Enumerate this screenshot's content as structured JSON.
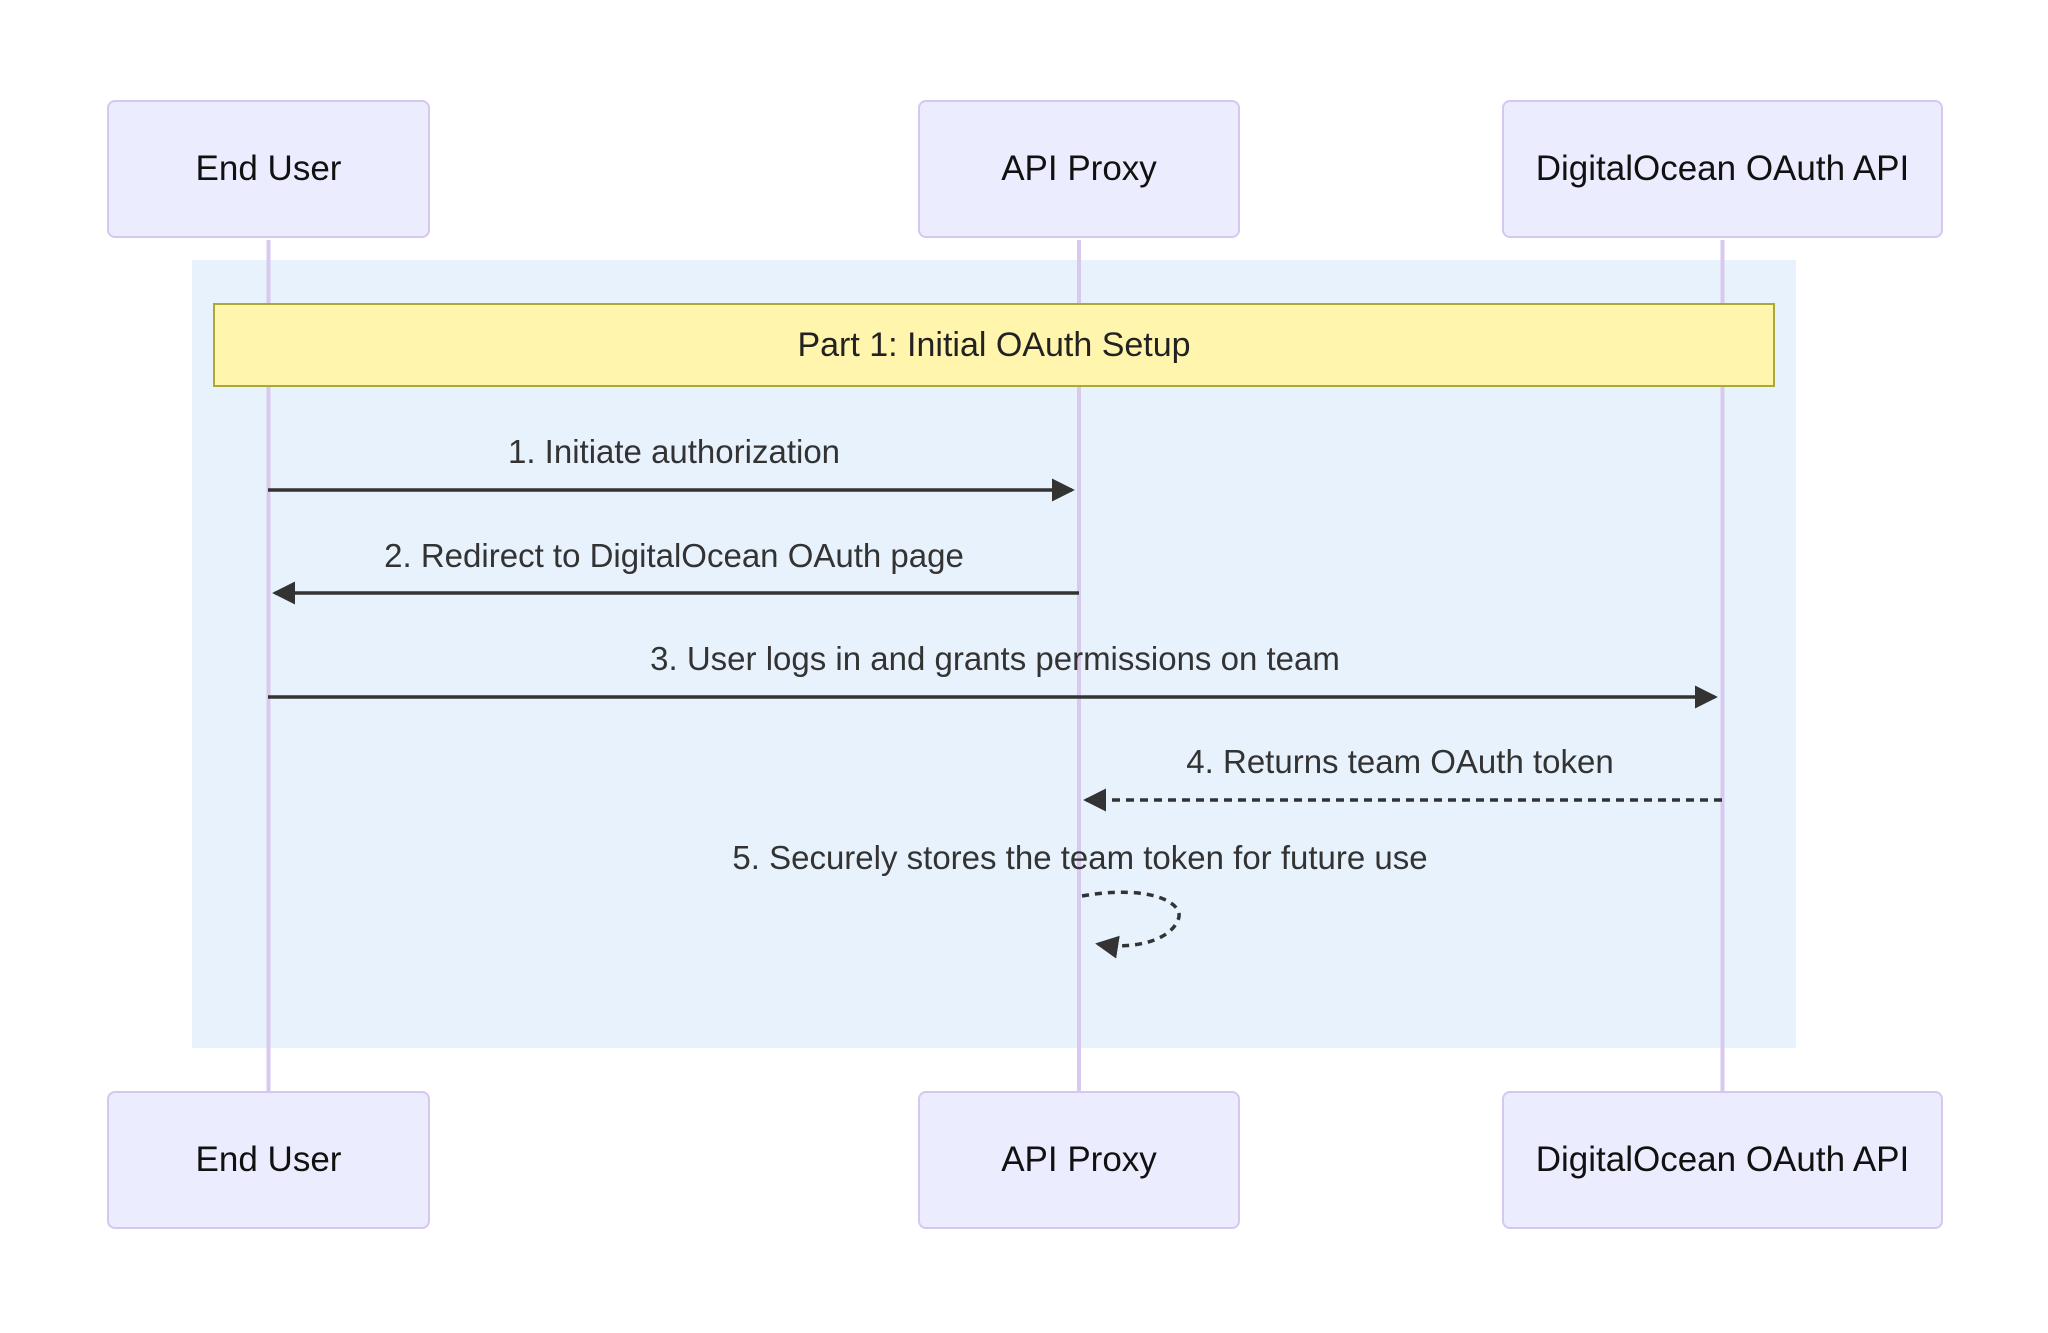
{
  "diagram": {
    "type": "sequence",
    "actors": [
      {
        "name": "End User"
      },
      {
        "name": "API Proxy"
      },
      {
        "name": "DigitalOcean OAuth API"
      }
    ],
    "section": {
      "label": "Part 1: Initial OAuth Setup"
    },
    "messages": [
      {
        "label": "1. Initiate authorization",
        "from": "End User",
        "to": "API Proxy",
        "line": "solid"
      },
      {
        "label": "2. Redirect to DigitalOcean OAuth page",
        "from": "API Proxy",
        "to": "End User",
        "line": "solid"
      },
      {
        "label": "3. User logs in and grants permissions on team",
        "from": "End User",
        "to": "DigitalOcean OAuth API",
        "line": "solid"
      },
      {
        "label": "4. Returns team OAuth token",
        "from": "DigitalOcean OAuth API",
        "to": "API Proxy",
        "line": "dashed"
      },
      {
        "label": "5. Securely stores the team token for future use",
        "from": "API Proxy",
        "to": "API Proxy",
        "line": "dashed-self-loop"
      }
    ],
    "colors": {
      "actor_fill": "#ECECFF",
      "actor_border": "#D6C7EF",
      "lifeline": "#D9C9EE",
      "section_background": "#E8F2FC",
      "note_fill": "#FFF5AD",
      "note_border": "#AAAA33",
      "arrow_and_text": "#333333"
    }
  }
}
